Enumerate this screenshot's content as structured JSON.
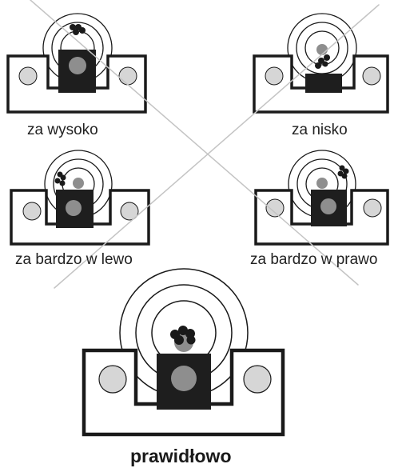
{
  "panels": [
    {
      "id": "too-high",
      "caption": "za wysoko"
    },
    {
      "id": "too-low",
      "caption": "za nisko"
    },
    {
      "id": "too-far-left",
      "caption": "za bardzo w lewo"
    },
    {
      "id": "too-far-right",
      "caption": "za bardzo w prawo"
    },
    {
      "id": "correct",
      "caption": "prawidłowo"
    }
  ],
  "colors": {
    "outline": "#1a1a1a",
    "ring": "#1a1a1a",
    "blade": "#1e1e1e",
    "grey_dot": "#8e8e8e",
    "side_circle": "#d6d6d6",
    "cross": "#c4c4c4"
  }
}
